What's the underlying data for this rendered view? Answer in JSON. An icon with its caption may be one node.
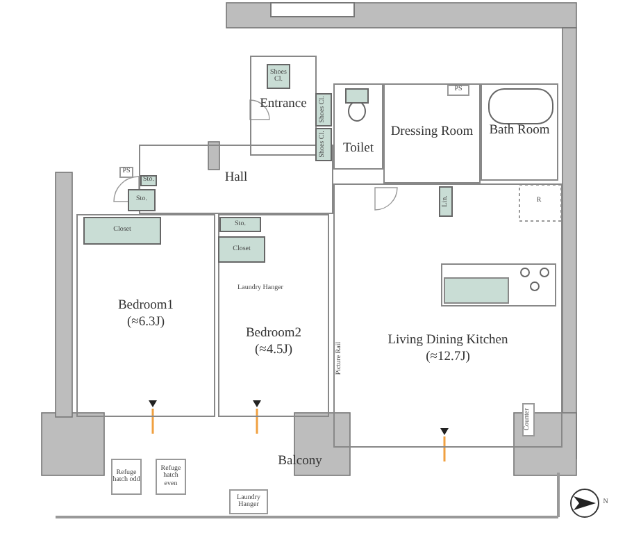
{
  "diagram": {
    "nodes": [
      {
        "text": [
          "Entrance"
        ]
      },
      {
        "text": [
          "Toilet"
        ]
      },
      {
        "text": [
          "Dressing Room"
        ]
      },
      {
        "text": [
          "Bath Room"
        ]
      },
      {
        "text": [
          "Hall"
        ]
      },
      {
        "text": [
          "Bedroom1",
          "(≈6.3J)"
        ]
      },
      {
        "text": [
          "Bedroom2",
          "(≈4.5J)"
        ]
      },
      {
        "text": [
          "Living Dining Kitchen",
          "(≈12.7J)"
        ]
      },
      {
        "text": [
          "Balcony"
        ]
      }
    ],
    "labels": [
      "Shoes Cl.",
      "Shoes Cl.",
      "Shoes Cl.",
      "PS",
      "PS",
      "Sto.",
      "Sto.",
      "Lin.",
      "R",
      "Closet",
      "Sto.",
      "Closet",
      "Laundry Hanger",
      "Picture Rail",
      "Counter",
      "Refuge hatch odd",
      "Refuge hatch even",
      "Laundry Hanger",
      "N"
    ]
  }
}
